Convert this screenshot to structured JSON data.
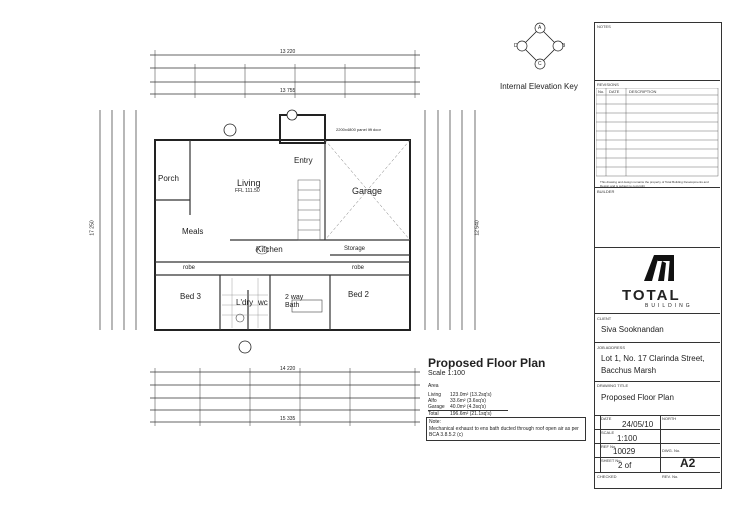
{
  "plan": {
    "title": "Proposed Floor Plan",
    "scale": "Scale 1:100",
    "rooms": {
      "porch": "Porch",
      "living": "Living",
      "ffl": "FFL 111.50",
      "entry": "Entry",
      "garage": "Garage",
      "meals": "Meals",
      "kitchen": "Kitchen",
      "storage": "Storage",
      "robe1": "robe",
      "robe2": "robe",
      "bed3": "Bed 3",
      "bed2": "Bed 2",
      "ldry": "L'dry",
      "wc": "wc",
      "bath": "2 way Bath"
    },
    "dims": {
      "top_total": "13 220",
      "top_total2": "13 755",
      "bottom_total": "14 220",
      "bottom_total2": "15 335",
      "left_total": "17 250",
      "right_total": "12 540",
      "garage_door": "2200x4800 panel lift door"
    },
    "area": {
      "heading": "Area",
      "rows": [
        {
          "label": "Living",
          "value": "123.0m² (13.2sq's)"
        },
        {
          "label": "Alfo",
          "value": "33.6m² (3.6sq's)"
        },
        {
          "label": "Garage",
          "value": "40.0m² (4.3sq's)"
        },
        {
          "label": "Total",
          "value": "196.6m² (21.1sq's)"
        }
      ],
      "note_heading": "Note:",
      "note": "Mechanical exhaust to ens bath ducted through roof open air as per BCA 3.8.5.2 (c)"
    }
  },
  "elevation_key": {
    "label": "Internal Elevation Key",
    "letters": [
      "A",
      "B",
      "C",
      "D"
    ]
  },
  "title_block": {
    "notes_label": "NOTES",
    "revisions_label": "REVISIONS",
    "rev_cols": [
      "No.",
      "DATE",
      "DESCRIPTION"
    ],
    "copyright": "This drawing and design remains the property of Total Building Developments and Design and is subject to copyright",
    "builder_label": "BUILDER",
    "brand": "TOTAL",
    "brand_sub": "BUILDING",
    "client_label": "CLIENT",
    "client": "Siva Sooknandan",
    "job_label": "JOB ADDRESS",
    "job_line1": "Lot 1, No. 17 Clarinda Street,",
    "job_line2": "Bacchus Marsh",
    "drawing_title_label": "DRAWING TITLE",
    "drawing_title": "Proposed Floor Plan",
    "date_label": "DATE",
    "date": "24/05/10",
    "north_label": "NORTH",
    "scale_label": "SCALE",
    "scale": "1:100",
    "refno_label": "REF No.",
    "refno": "10029",
    "dwgno_label": "DWG. No.",
    "sheet_label": "SHEET No.",
    "sheet": "2 of",
    "size": "A2",
    "checked_label": "CHECKED",
    "rev_label": "REV. No."
  }
}
